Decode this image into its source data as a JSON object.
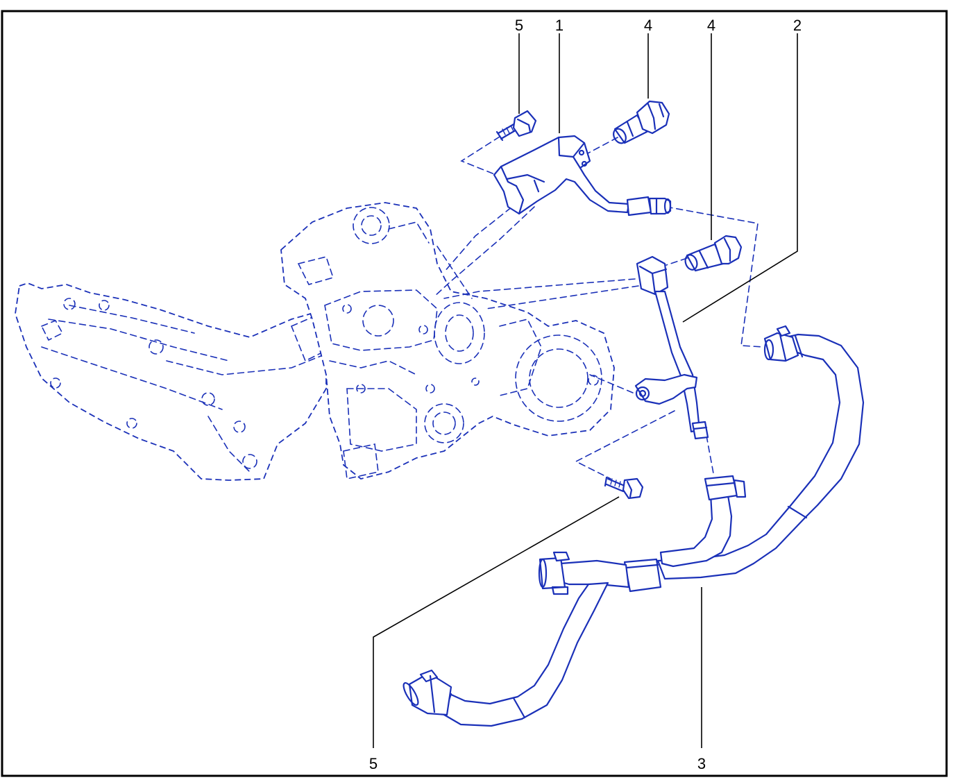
{
  "callouts": [
    {
      "id": "c5a",
      "number": "5"
    },
    {
      "id": "c1",
      "number": "1"
    },
    {
      "id": "c4a",
      "number": "4"
    },
    {
      "id": "c4b",
      "number": "4"
    },
    {
      "id": "c2",
      "number": "2"
    },
    {
      "id": "c5b",
      "number": "5"
    },
    {
      "id": "c3",
      "number": "3"
    }
  ],
  "colors": {
    "line_art": "#1a30b8",
    "frame": "#000000",
    "leaders": "#000000",
    "background": "#ffffff"
  }
}
